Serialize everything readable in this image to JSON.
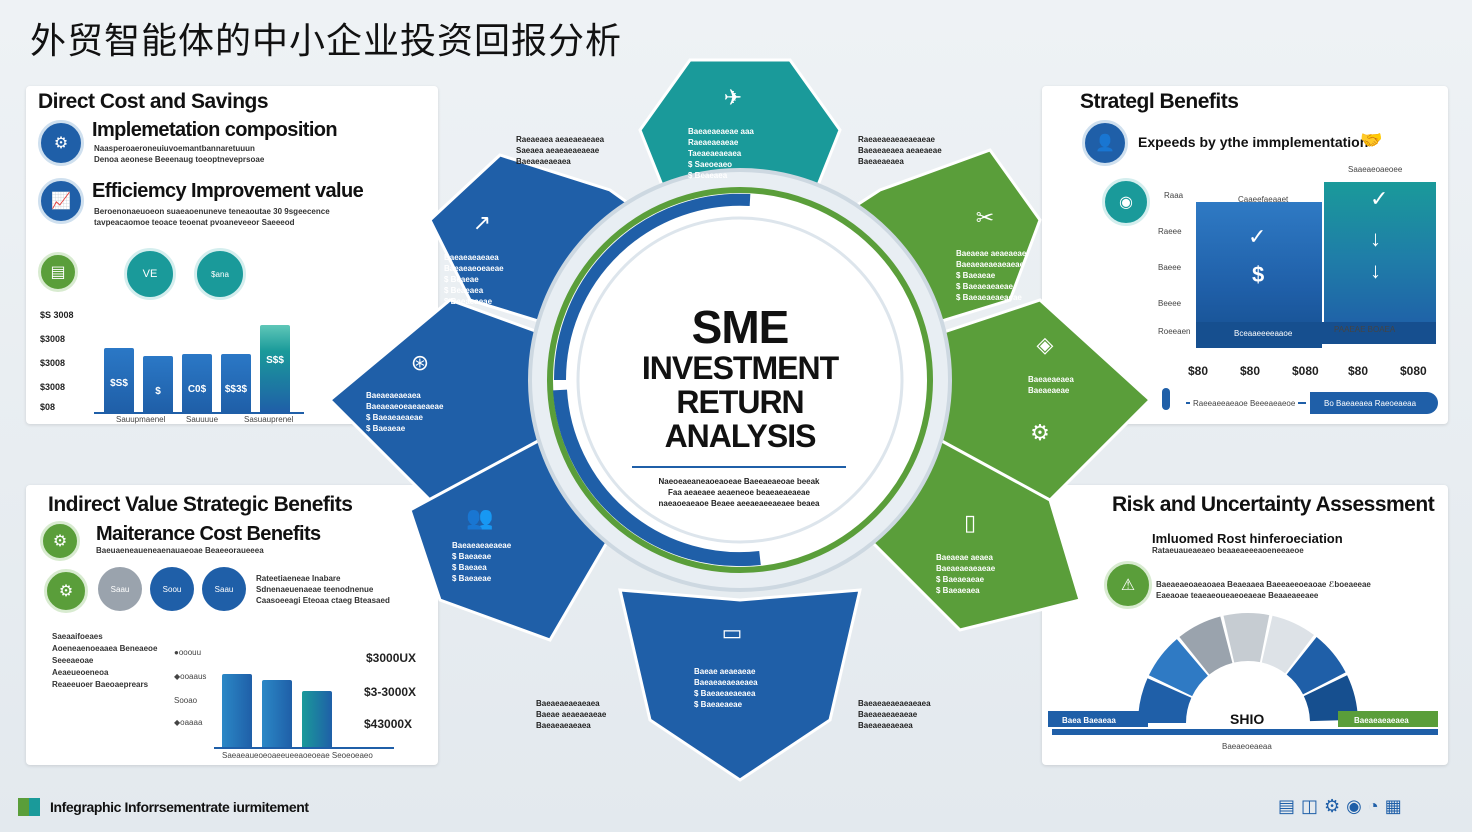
{
  "title": "外贸智能体的中小企业投资回报分析",
  "center": {
    "line1": "SME",
    "line2": "INVESTMENT",
    "line3": "RETURN",
    "line4": "ANALYSIS"
  },
  "direct": {
    "title": "Direct Cost and Savings",
    "item1_title": "Implemetation composition",
    "item2_title": "Efficiemcy Improvement value",
    "yticks": [
      "$S 3008",
      "$3008",
      "$3008",
      "$3008",
      "$08"
    ],
    "bar_labels": [
      "$S$",
      "$",
      "C0$",
      "$$3$",
      "S$$"
    ],
    "bubble1": "VE",
    "x_labels": [
      "Sauupmaenel",
      "Sauuuue",
      "Sasuauprenel"
    ],
    "bars": [
      0.55,
      0.48,
      0.5,
      0.5,
      0.75
    ]
  },
  "indirect": {
    "title": "Indirect Value  Strategic Benefits",
    "subtitle": "Maiterance Cost Benefits",
    "values": [
      "$3000UX",
      "$3-3000X",
      "$43000X"
    ],
    "bars": [
      0.65,
      0.6,
      0.5
    ]
  },
  "strategic": {
    "title": "Strategl Benefits",
    "subtitle": "Expeeds by ythe immplementation",
    "bottom_labels": [
      "$80",
      "$80",
      "$080",
      "$80",
      "$080"
    ],
    "symbols": [
      "✓",
      "✓",
      "$",
      "↓"
    ]
  },
  "risk": {
    "title": "Risk and Uncertainty Assessment",
    "subtitle": "Imluomed Rost hinferoeciation",
    "gauge_label": "SHIO"
  },
  "footer": {
    "text": "Infegraphic Inforrsementrate iurmitement"
  },
  "colors": {
    "blue": "#1f5fa8",
    "teal": "#1a9a9a",
    "green": "#5a9e3a",
    "dark_blue": "#164f8f"
  }
}
